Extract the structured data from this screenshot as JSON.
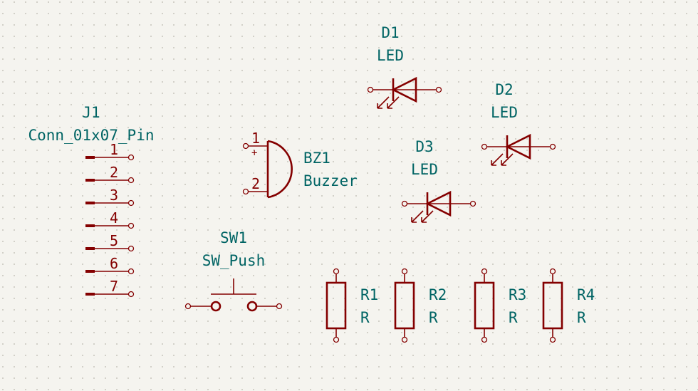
{
  "components": {
    "j1": {
      "ref": "J1",
      "value": "Conn_01x07_Pin",
      "pins": [
        "1",
        "2",
        "3",
        "4",
        "5",
        "6",
        "7"
      ]
    },
    "bz1": {
      "ref": "BZ1",
      "value": "Buzzer",
      "pin1": "1",
      "pin2": "2",
      "plus": "+"
    },
    "sw1": {
      "ref": "SW1",
      "value": "SW_Push"
    },
    "d1": {
      "ref": "D1",
      "value": "LED"
    },
    "d2": {
      "ref": "D2",
      "value": "LED"
    },
    "d3": {
      "ref": "D3",
      "value": "LED"
    },
    "r1": {
      "ref": "R1",
      "value": "R"
    },
    "r2": {
      "ref": "R2",
      "value": "R"
    },
    "r3": {
      "ref": "R3",
      "value": "R"
    },
    "r4": {
      "ref": "R4",
      "value": "R"
    }
  },
  "colors": {
    "background": "#f5f4ef",
    "symbol": "#840000",
    "text": "#006464",
    "grid": "#c8c6bd"
  }
}
